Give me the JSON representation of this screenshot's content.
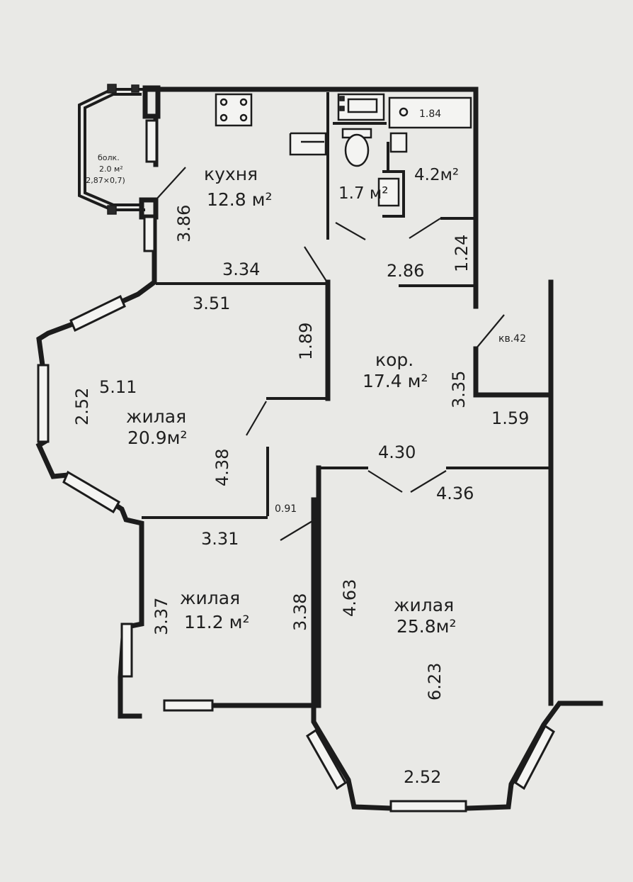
{
  "colors": {
    "paper": "#e9e9e6",
    "ink": "#1c1c1c"
  },
  "rooms": {
    "kitchen": {
      "name": "кухня",
      "area": "12.8 м²"
    },
    "bath_small": {
      "area": "1.7 м²"
    },
    "bath_large": {
      "area": "4.2м²"
    },
    "closet": {
      "area": "1.84"
    },
    "balcony": {
      "name": "болк.",
      "area": "2.0 м²",
      "dims": "(2,87×0,7)"
    },
    "corridor": {
      "name": "кор.",
      "area": "17.4 м²"
    },
    "living_big": {
      "name": "жилая",
      "area": "20.9м²"
    },
    "living_small": {
      "name": "жилая",
      "area": "11.2 м²"
    },
    "living_large": {
      "name": "жилая",
      "area": "25.8м²"
    }
  },
  "neighbor_label": "кв.42",
  "dimensions": {
    "d386": "3.86",
    "d334": "3.34",
    "d351": "3.51",
    "d189": "1.89",
    "d286": "2.86",
    "d124": "1.24",
    "d335": "3.35",
    "d159": "1.59",
    "d252_left": "2.52",
    "d511": "5.11",
    "d438": "4.38",
    "d430": "4.30",
    "d436": "4.36",
    "d091": "0.91",
    "d331": "3.31",
    "d337": "3.37",
    "d338": "3.38",
    "d463": "4.63",
    "d623": "6.23",
    "d252_bottom": "2.52"
  }
}
